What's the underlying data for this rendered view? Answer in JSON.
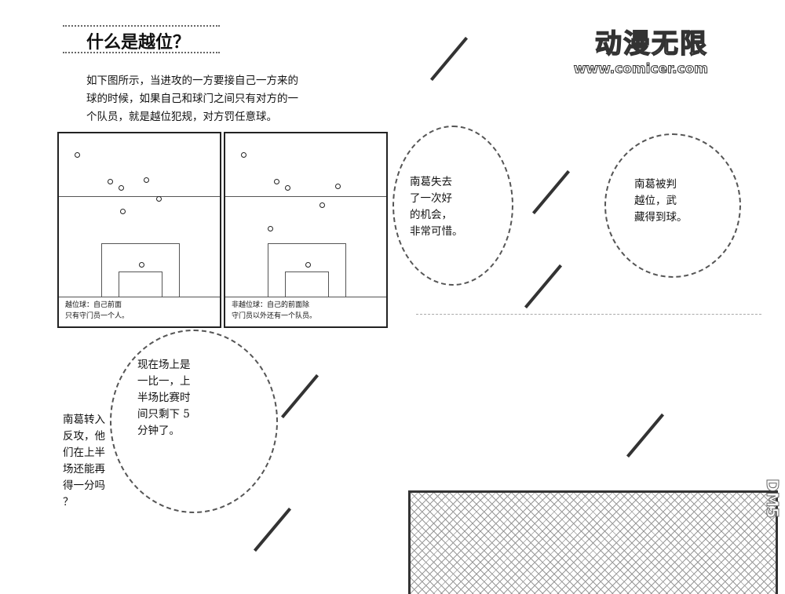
{
  "left_page": {
    "title": "什么是越位？",
    "intro": [
      "如下图所示，当进攻的一方要接自己一方来的",
      "球的时候，如果自己和球门之间只有对方的一",
      "个队员，就是越位犯规，对方罚任意球。"
    ],
    "diagrams": [
      {
        "caption": [
          "越位球：自己前面",
          "只有守门员一个人。"
        ]
      },
      {
        "caption": [
          "非越位球：自己的前面除",
          "守门员以外还有一个队员。"
        ]
      }
    ],
    "bubble_score": [
      "现在场上是",
      "一比一，上",
      "半场比赛时",
      "间只剩下 5",
      "分钟了。"
    ],
    "bubble_question": [
      "南葛转入",
      "反攻，他",
      "们在上半",
      "场还能再",
      "得一分吗",
      "？"
    ]
  },
  "right_page": {
    "bubble_missed": [
      "南葛失去",
      "了一次好",
      "的机会，",
      "非常可惜。"
    ],
    "bubble_offside": [
      "南葛被判",
      "越位，武",
      "藏得到球。"
    ]
  },
  "watermark": {
    "name": "动漫无限",
    "url": "www.comicer.com",
    "side_logo": "DM5"
  }
}
